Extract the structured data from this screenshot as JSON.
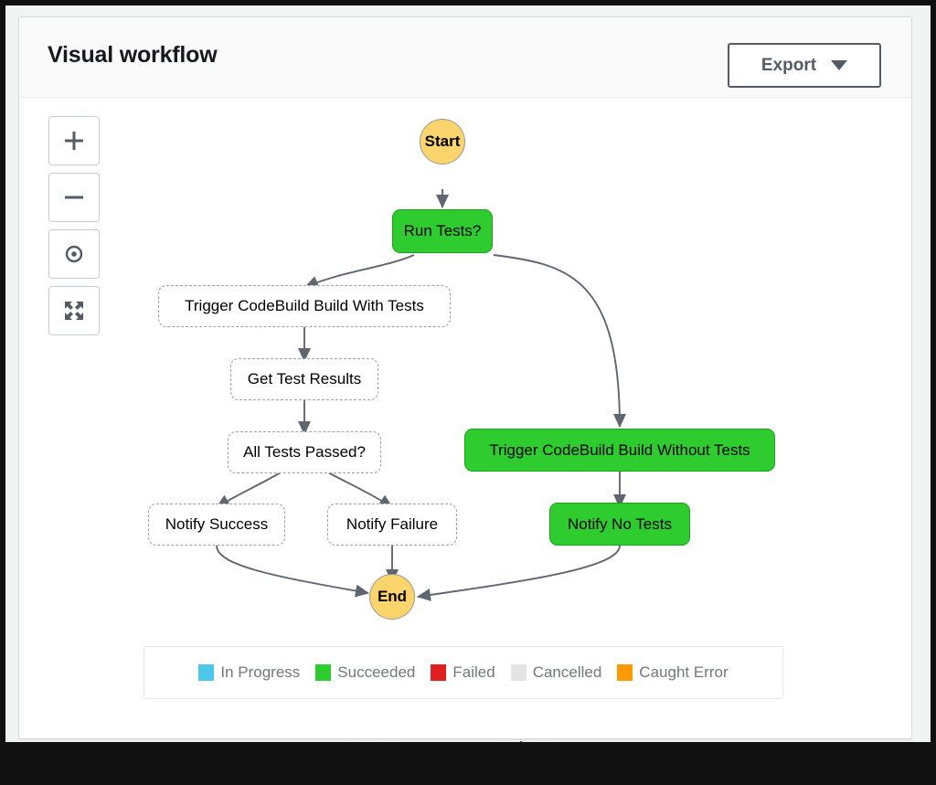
{
  "header": {
    "title": "Visual workflow",
    "export_label": "Export",
    "caret_icon": "chevron-down-icon"
  },
  "controls": [
    {
      "name": "zoom-in-button",
      "icon": "plus-icon"
    },
    {
      "name": "zoom-out-button",
      "icon": "minus-icon"
    },
    {
      "name": "center-button",
      "icon": "target-icon"
    },
    {
      "name": "fullscreen-button",
      "icon": "expand-arrows-icon"
    }
  ],
  "workflow": {
    "nodes": [
      {
        "id": "start",
        "label": "Start",
        "status": "caught-error",
        "shape": "circle"
      },
      {
        "id": "run-tests",
        "label": "Run Tests?",
        "status": "succeeded",
        "shape": "rect"
      },
      {
        "id": "trigger-with",
        "label": "Trigger CodeBuild Build With Tests",
        "status": "not-run",
        "shape": "rect"
      },
      {
        "id": "get-results",
        "label": "Get Test Results",
        "status": "not-run",
        "shape": "rect"
      },
      {
        "id": "all-passed",
        "label": "All Tests Passed?",
        "status": "not-run",
        "shape": "rect"
      },
      {
        "id": "notify-success",
        "label": "Notify Success",
        "status": "not-run",
        "shape": "rect"
      },
      {
        "id": "notify-failure",
        "label": "Notify Failure",
        "status": "not-run",
        "shape": "rect"
      },
      {
        "id": "trigger-without",
        "label": "Trigger CodeBuild Build Without Tests",
        "status": "succeeded",
        "shape": "rect"
      },
      {
        "id": "notify-no-tests",
        "label": "Notify No Tests",
        "status": "succeeded",
        "shape": "rect"
      },
      {
        "id": "end",
        "label": "End",
        "status": "caught-error",
        "shape": "circle"
      }
    ],
    "edges": [
      {
        "from": "start",
        "to": "run-tests"
      },
      {
        "from": "run-tests",
        "to": "trigger-with"
      },
      {
        "from": "run-tests",
        "to": "trigger-without"
      },
      {
        "from": "trigger-with",
        "to": "get-results"
      },
      {
        "from": "get-results",
        "to": "all-passed"
      },
      {
        "from": "all-passed",
        "to": "notify-success"
      },
      {
        "from": "all-passed",
        "to": "notify-failure"
      },
      {
        "from": "notify-success",
        "to": "end"
      },
      {
        "from": "notify-failure",
        "to": "end"
      },
      {
        "from": "trigger-without",
        "to": "notify-no-tests"
      },
      {
        "from": "notify-no-tests",
        "to": "end"
      }
    ]
  },
  "legend": [
    {
      "label": "In Progress",
      "color": "#4DC7EA"
    },
    {
      "label": "Succeeded",
      "color": "#2ECC2E"
    },
    {
      "label": "Failed",
      "color": "#E02020"
    },
    {
      "label": "Cancelled",
      "color": "#E4E4E4"
    },
    {
      "label": "Caught Error",
      "color": "#FF9900"
    }
  ],
  "colors": {
    "node_green_fill": "#2ECC2E",
    "node_green_border": "#1AA31A",
    "node_terminal_fill": "#FBD46B",
    "node_dashed_border": "#9AA0A6",
    "edge": "#5F6670",
    "accent_border": "#545B64"
  }
}
